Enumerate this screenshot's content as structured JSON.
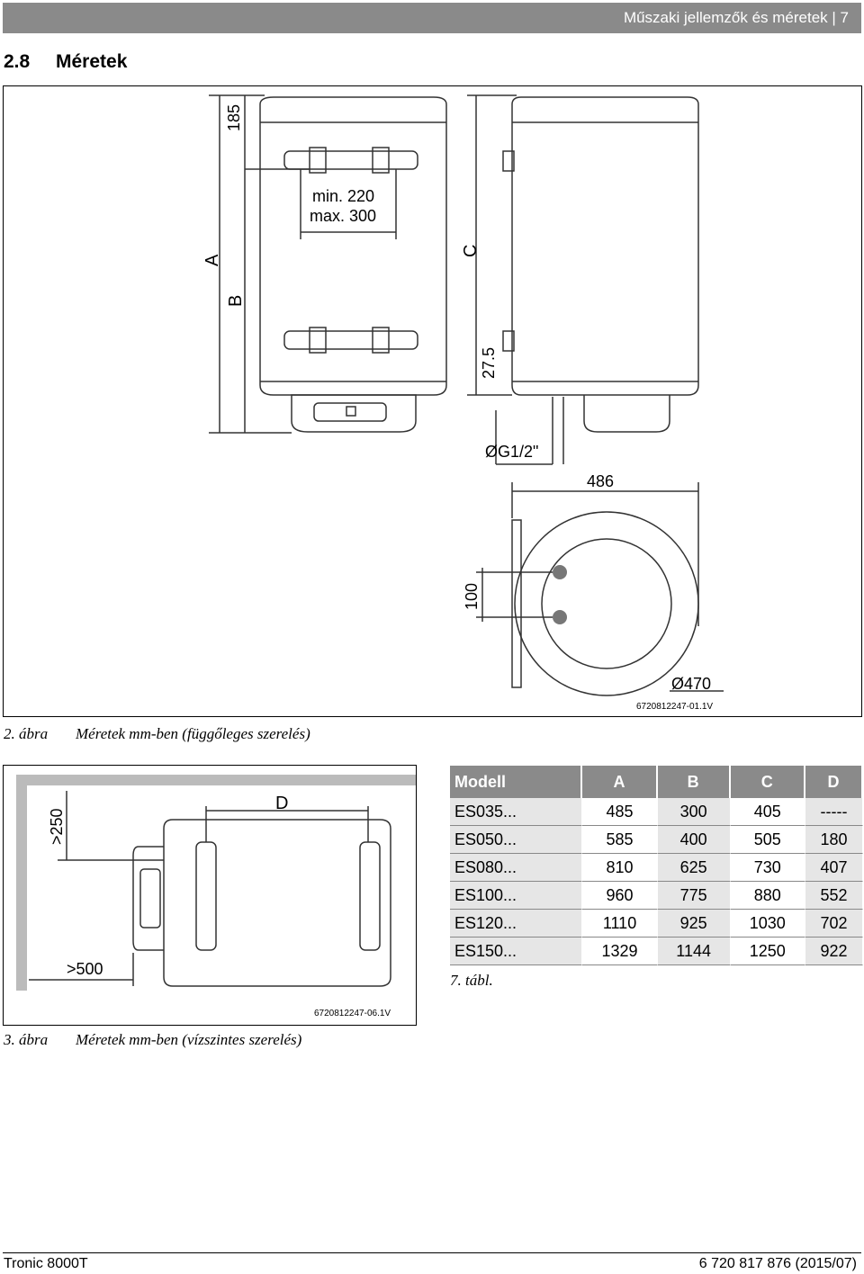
{
  "header": {
    "text": "Műszaki jellemzők és méretek | 7"
  },
  "section": {
    "number": "2.8",
    "title": "Méretek"
  },
  "figure1": {
    "labels": {
      "dim_185": "185",
      "min": "min. 220",
      "max": "max. 300",
      "a": "A",
      "b": "B",
      "c": "C",
      "dim_27_5": "27.5",
      "thread": "ØG1/2\"",
      "dim_486": "486",
      "dim_100": "100",
      "dim_470": "Ø470",
      "code": "6720812247-01.1V"
    },
    "caption_label": "2. ábra",
    "caption_text": "Méretek mm-ben (függőleges szerelés)"
  },
  "figure2": {
    "labels": {
      "d": "D",
      "gt250": ">250",
      "gt500": ">500",
      "code": "6720812247-06.1V"
    },
    "caption_label": "3. ábra",
    "caption_text": "Méretek mm-ben (vízszintes szerelés)"
  },
  "table": {
    "headers": [
      "Modell",
      "A",
      "B",
      "C",
      "D"
    ],
    "rows": [
      [
        "ES035...",
        "485",
        "300",
        "405",
        "-----"
      ],
      [
        "ES050...",
        "585",
        "400",
        "505",
        "180"
      ],
      [
        "ES080...",
        "810",
        "625",
        "730",
        "407"
      ],
      [
        "ES100...",
        "960",
        "775",
        "880",
        "552"
      ],
      [
        "ES120...",
        "1110",
        "925",
        "1030",
        "702"
      ],
      [
        "ES150...",
        "1329",
        "1144",
        "1250",
        "922"
      ]
    ],
    "caption": "7. tábl."
  },
  "footer": {
    "left": "Tronic 8000T",
    "right": "6 720 817 876 (2015/07)"
  }
}
